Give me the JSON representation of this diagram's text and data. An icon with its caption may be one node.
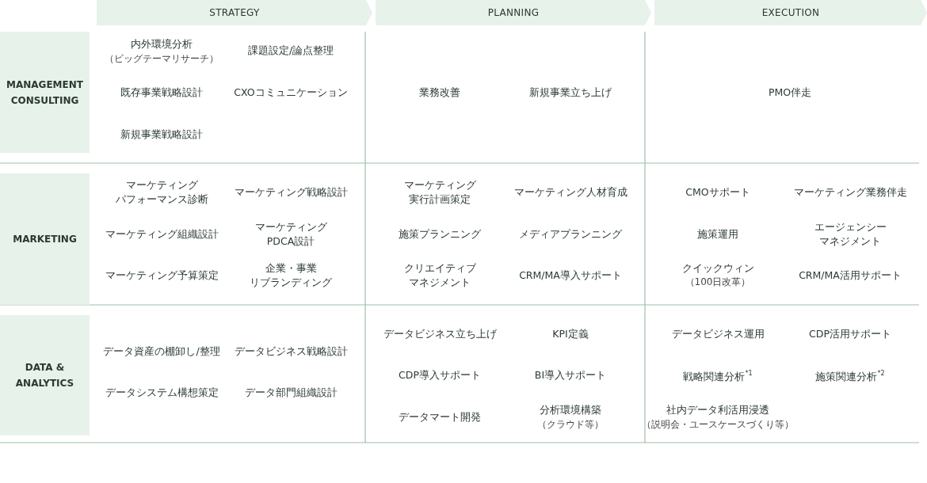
{
  "diagram": {
    "nodes": [
      {
        "text": [
          "STRATEGY"
        ]
      },
      {
        "text": [
          "PLANNING"
        ]
      },
      {
        "text": [
          "EXECUTION"
        ]
      },
      {
        "text": [
          "MANAGEMENT CONSULTING"
        ]
      },
      {
        "text": [
          "MARKETING"
        ]
      },
      {
        "text": [
          "DATA & ANALYTICS"
        ]
      }
    ],
    "labels": [
      "内外環境分析",
      "（ビッグテーマリサーチ）",
      "課題設定/論点整理",
      "既存事業戦略設計",
      "CXOコミュニケーション",
      "業務改善",
      "新規事業立ち上げ",
      "PMO伴走",
      "新規事業戦略設計",
      "マーケティングパフォーマンス診断",
      "マーケティング戦略設計",
      "マーケティング実行計画策定",
      "マーケティング人材育成",
      "CMOサポート",
      "マーケティング業務伴走",
      "マーケティング組織設計",
      "マーケティングPDCA設計",
      "施策プランニング",
      "メディアプランニング",
      "施策運用",
      "エージェンシーマネジメント",
      "マーケティング予算策定",
      "企業・事業リブランディング",
      "クリエイティブマネジメント",
      "CRM/MA導入サポート",
      "クイックウィン",
      "（100日改革）",
      "CRM/MA活用サポート",
      "データビジネス立ち上げ",
      "KPI定義",
      "データビジネス運用",
      "CDP活用サポート",
      "データ資産の棚卸し/整理",
      "データビジネス戦略設計",
      "CDP導入サポート",
      "BI導入サポート",
      "戦略関連分析$^{*1}$",
      "施策関連分析$^{*2}$",
      "データシステム構想策定",
      "データ部門組織設計",
      "データマート開発",
      "分析環境構築",
      "社内データ利活用浸透",
      "（クラウド等）",
      "（説明会・ユースケースづくり等）"
    ]
  }
}
